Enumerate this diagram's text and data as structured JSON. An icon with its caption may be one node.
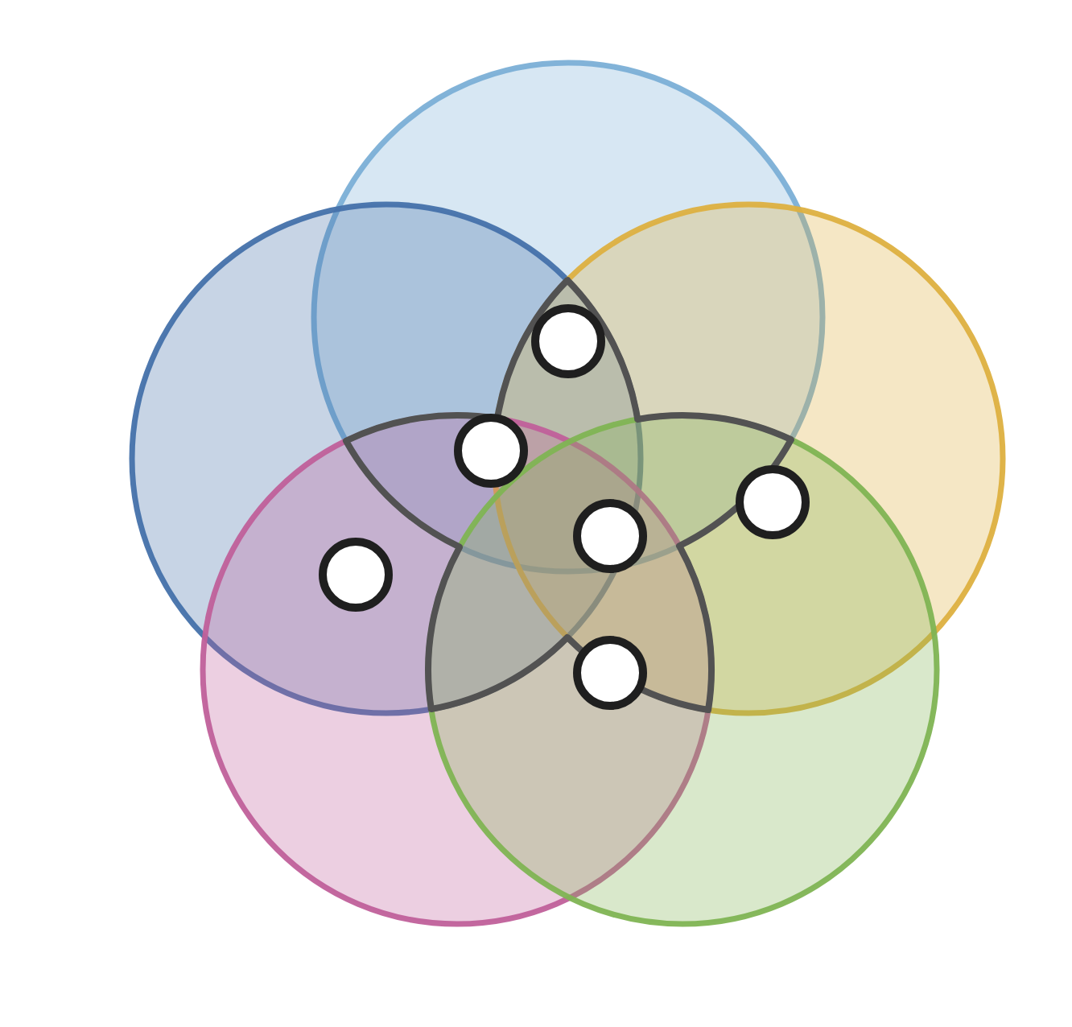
{
  "diagram": {
    "nodes": [
      {
        "text": [],
        "shape": "circle"
      },
      {
        "text": [],
        "shape": "circle"
      },
      {
        "text": [],
        "shape": "circle"
      },
      {
        "text": [],
        "shape": "circle"
      },
      {
        "text": [],
        "shape": "circle"
      },
      {
        "text": [],
        "shape": "circle"
      },
      {
        "text": [],
        "shape": "circle"
      },
      {
        "text": [],
        "shape": "circle"
      },
      {
        "text": [],
        "shape": "circle"
      },
      {
        "text": [],
        "shape": "circle"
      },
      {
        "text": [],
        "shape": "circle"
      }
    ]
  }
}
